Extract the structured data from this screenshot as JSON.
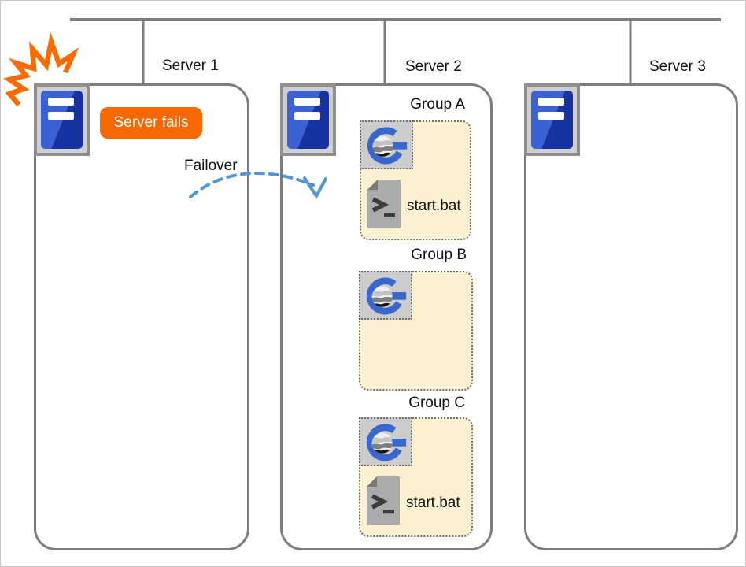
{
  "diagram": {
    "title_area": {
      "failover_label": "Failover",
      "fail_badge": "Server fails"
    },
    "servers": [
      {
        "name": "Server 1"
      },
      {
        "name": "Server 2"
      },
      {
        "name": "Server 3"
      }
    ],
    "groups": [
      {
        "label": "Group A",
        "script": "start.bat"
      },
      {
        "label": "Group B"
      },
      {
        "label": "Group C",
        "script": "start.bat"
      }
    ],
    "icons": {
      "explosion": "explosion-crash-icon",
      "server": "server-tower-icon",
      "app": "g-globe-app-icon",
      "script": "terminal-file-icon",
      "arrow": "dashed-failover-arrow"
    },
    "colors": {
      "accent_orange": "#f86800",
      "arrow_blue": "#5296d8",
      "group_bg": "#fbf0d0",
      "server_blue": "#3a62d5",
      "server_blue_dark": "#16339f",
      "line_gray": "#7d7d7d"
    }
  }
}
